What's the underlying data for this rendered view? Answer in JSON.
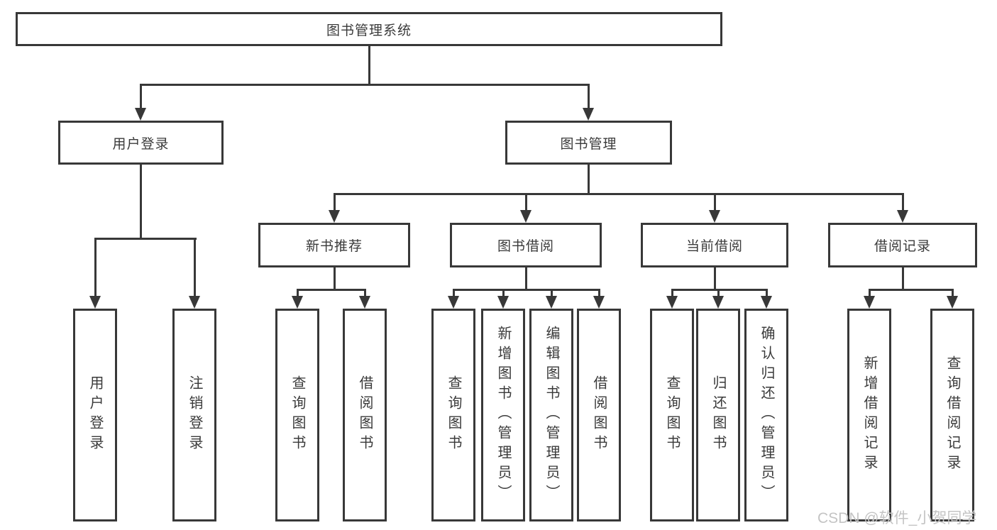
{
  "diagram": {
    "root": {
      "label": "图书管理系统"
    },
    "level2": {
      "user_login": {
        "label": "用户登录"
      },
      "book_mgmt": {
        "label": "图书管理"
      }
    },
    "level3": {
      "new_book_rec": {
        "label": "新书推荐"
      },
      "book_borrow": {
        "label": "图书借阅"
      },
      "current_borrow": {
        "label": "当前借阅"
      },
      "borrow_records": {
        "label": "借阅记录"
      }
    },
    "leaves": {
      "user_login_leaf": {
        "label": "用户登录"
      },
      "logout": {
        "label": "注销登录"
      },
      "rec_query_books": {
        "label": "查询图书"
      },
      "rec_borrow_books": {
        "label": "借阅图书"
      },
      "bb_query_books": {
        "label": "查询图书"
      },
      "bb_add_books": {
        "label": "新增图书（管理员）"
      },
      "bb_edit_books": {
        "label": "编辑图书（管理员）"
      },
      "bb_borrow_books": {
        "label": "借阅图书"
      },
      "cb_query_books": {
        "label": "查询图书"
      },
      "cb_return_books": {
        "label": "归还图书"
      },
      "cb_confirm_return": {
        "label": "确认归还（管理员）"
      },
      "br_add_record": {
        "label": "新增借阅记录"
      },
      "br_query_record": {
        "label": "查询借阅记录"
      }
    }
  },
  "watermark": {
    "text": "CSDN @软件_小贺同学"
  },
  "colors": {
    "line": "#383838",
    "text": "#3a3a3a",
    "watermark": "#c4c4c4",
    "background": "#ffffff"
  }
}
